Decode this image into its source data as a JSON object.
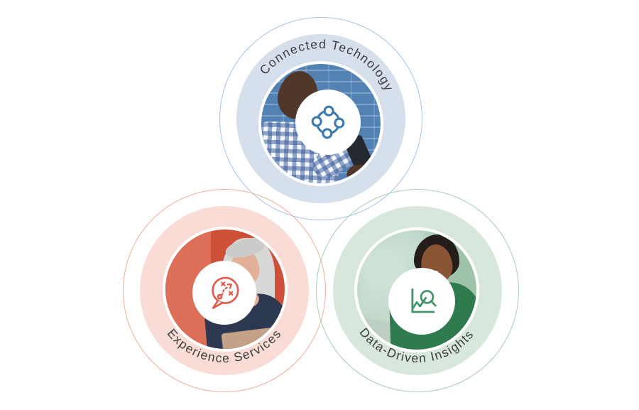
{
  "canvas": {
    "background": "#ffffff"
  },
  "diagram": {
    "items": [
      {
        "id": "connected-technology",
        "label": "Connected Technology",
        "icon": "network-nodes-icon",
        "photo": "smiling-man-holding-phone-blue-brick-wall",
        "colors": {
          "accent": "#3b79ae",
          "ring_fill": "#d6e0ec",
          "outline": "#a6c4e4",
          "label": "#3d3d3d"
        }
      },
      {
        "id": "experience-services",
        "label": "Experience Services",
        "icon": "strategy-speech-bubble-icon",
        "photo": "gray-haired-woman-smiling-red-wall",
        "colors": {
          "accent": "#e4584a",
          "ring_fill": "#fadcd6",
          "outline": "#efad9c",
          "label": "#3d3d3d"
        }
      },
      {
        "id": "data-driven-insights",
        "label": "Data-Driven Insights",
        "icon": "chart-magnifier-icon",
        "photo": "smiling-woman-green-shirt-office",
        "colors": {
          "accent": "#45946a",
          "ring_fill": "#d8e7dc",
          "outline": "#a6cdb7",
          "label": "#3d3d3d"
        }
      }
    ]
  }
}
